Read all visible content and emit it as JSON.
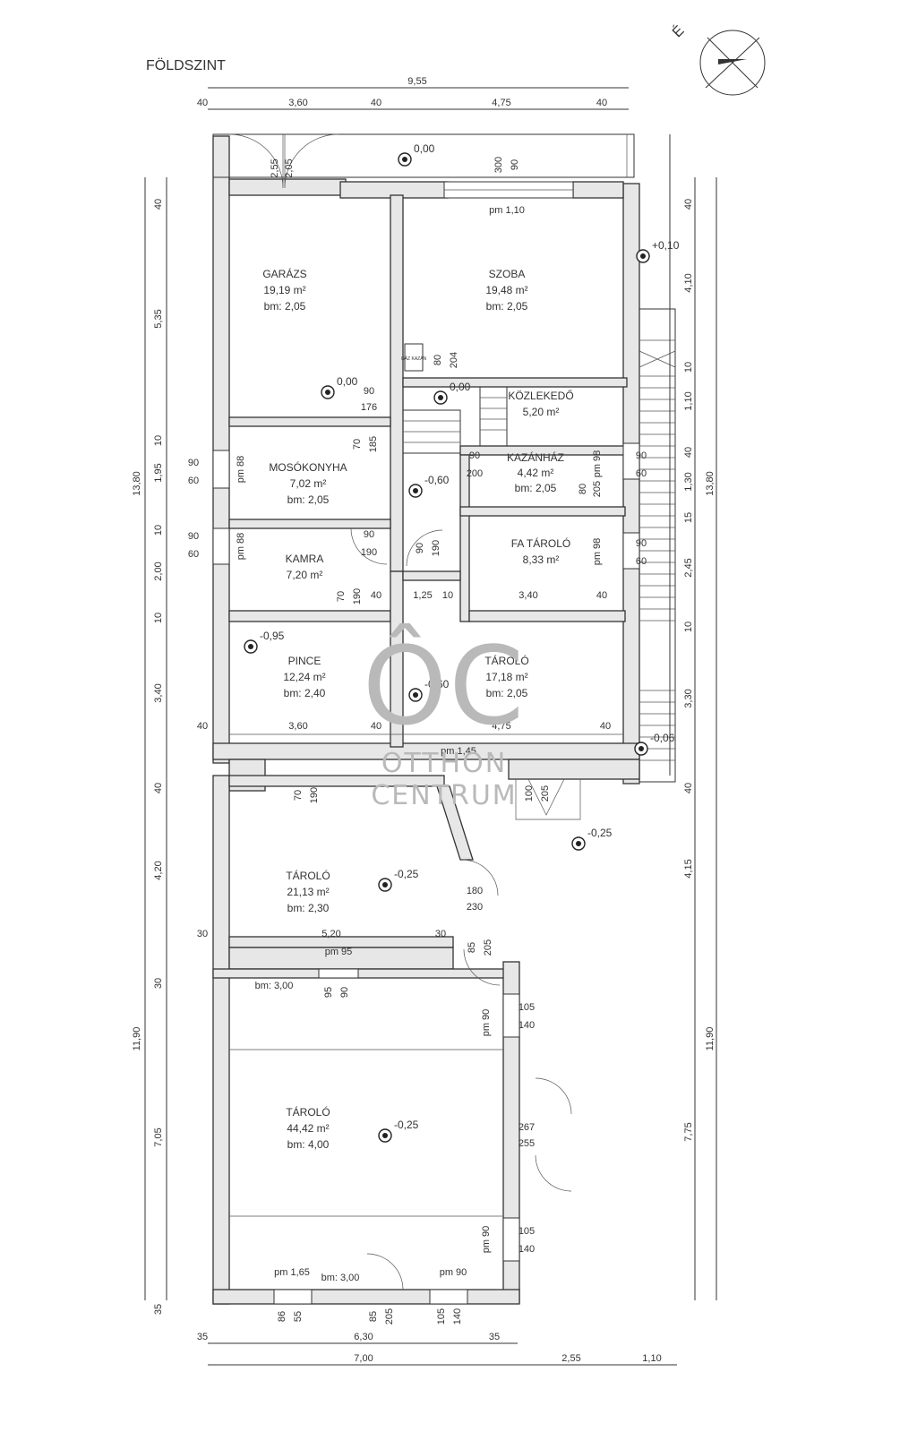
{
  "title": "FÖLDSZINT",
  "north": "É",
  "watermark": {
    "logo": "ÔC",
    "line1": "OTTHON",
    "line2": "CENTRUM"
  },
  "rooms": [
    {
      "name": "GARÁZS",
      "area": "19,19 m²",
      "height": "bm: 2,05"
    },
    {
      "name": "SZOBA",
      "area": "19,48 m²",
      "height": "bm: 2,05"
    },
    {
      "name": "KÖZLEKEDŐ",
      "area": "5,20 m²",
      "height": ""
    },
    {
      "name": "MOSÓKONYHA",
      "area": "7,02 m²",
      "height": "bm: 2,05"
    },
    {
      "name": "KAZÁNHÁZ",
      "area": "4,42 m²",
      "height": "bm: 2,05"
    },
    {
      "name": "KAMRA",
      "area": "7,20 m²",
      "height": ""
    },
    {
      "name": "FA TÁROLÓ",
      "area": "8,33 m²",
      "height": ""
    },
    {
      "name": "PINCE",
      "area": "12,24 m²",
      "height": "bm: 2,40"
    },
    {
      "name": "TÁROLÓ",
      "area": "17,18 m²",
      "height": "bm: 2,05"
    },
    {
      "name": "TÁROLÓ",
      "area": "21,13 m²",
      "height": "bm: 2,30"
    },
    {
      "name": "TÁROLÓ",
      "area": "44,42 m²",
      "height": "bm: 4,00"
    }
  ],
  "levels": [
    "0,00",
    "+0,10",
    "0,00",
    "0,00",
    "-0,60",
    "-0,95",
    "-0,60",
    "-0,06",
    "-0,25",
    "-0,25",
    "-0,25"
  ],
  "parapets": [
    "pm 1,10",
    "pm 1,45",
    "pm 95",
    "bm: 3,00",
    "pm 1,65",
    "bm: 3,00",
    "pm 90",
    "pm 90",
    "pm 90",
    "pm 88",
    "pm 88",
    "pm 98",
    "pm 98"
  ],
  "dims_top": {
    "total": "9,55",
    "parts": [
      "40",
      "3,60",
      "40",
      "4,75",
      "40"
    ]
  },
  "dims_bottom": {
    "row1": [
      "35",
      "6,30",
      "35"
    ],
    "row2": [
      "7,00",
      "2,55",
      "1,10"
    ]
  },
  "dims_left": {
    "total_a": "13,80",
    "total_b": "11,90",
    "parts": [
      "40",
      "5,35",
      "10",
      "1,95",
      "10",
      "2,00",
      "10",
      "3,40",
      "40",
      "4,20",
      "30",
      "7,05",
      "35"
    ]
  },
  "dims_right": {
    "total_a": "13,80",
    "total_b": "11,90",
    "parts": [
      "40",
      "4,10",
      "10",
      "1,10",
      "40",
      "1,30",
      "15",
      "2,45",
      "10",
      "3,30",
      "40",
      "4,15",
      "7,75"
    ]
  },
  "inner_dims": [
    "3,60",
    "40",
    "4,75",
    "40",
    "1,25",
    "10",
    "3,40",
    "40",
    "40",
    "5,20",
    "30",
    "30"
  ],
  "opening_labels": {
    "garage_door": [
      "2,55",
      "2,05"
    ],
    "room_window": [
      "300",
      "90"
    ],
    "door_a": [
      "90",
      "176"
    ],
    "door_b": [
      "80",
      "204"
    ],
    "door_c": [
      "70",
      "185"
    ],
    "door_d": [
      "90",
      "200"
    ],
    "door_e": [
      "80",
      "205"
    ],
    "door_f": [
      "90",
      "190"
    ],
    "door_g": [
      "90",
      "190"
    ],
    "door_h": [
      "70",
      "190"
    ],
    "door_i": [
      "70",
      "190"
    ],
    "door_j": [
      "180",
      "230"
    ],
    "door_k": [
      "85",
      "205"
    ],
    "door_l": [
      "100",
      "205"
    ],
    "door_m": [
      "95",
      "90"
    ],
    "door_n": [
      "267",
      "255"
    ],
    "door_o": [
      "85",
      "205"
    ],
    "win_1": [
      "90",
      "60"
    ],
    "win_2": [
      "90",
      "60"
    ],
    "win_3": [
      "90",
      "60"
    ],
    "win_4": [
      "90",
      "60"
    ],
    "win_5": [
      "105",
      "140"
    ],
    "win_6": [
      "105",
      "140"
    ],
    "win_7": [
      "86",
      "55"
    ],
    "win_8": [
      "105",
      "140"
    ]
  },
  "fixture_labels": [
    "GÁZ KAZÁN"
  ]
}
